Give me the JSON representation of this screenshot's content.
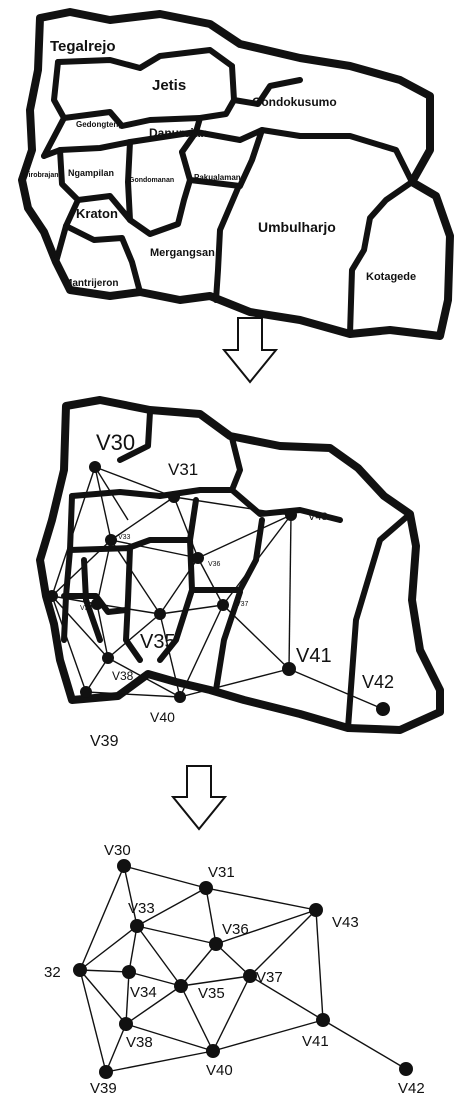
{
  "map_panel": {
    "districts": {
      "tegalrejo": "Tegalrejo",
      "jetis": "Jetis",
      "gondokusumo": "Gondokusumo",
      "gedongtengen": "Gedongtengen",
      "danurejan": "Danurejan",
      "wirobrajan": "Wirobrajan",
      "ngampilan": "Ngampilan",
      "gondomanan": "Gondomanan",
      "pakualaman": "Pakualaman",
      "kraton": "Kraton",
      "umbulharjo": "Umbulharjo",
      "mergangsan": "Mergangsan",
      "mantrijeron": "Mantrijeron",
      "kotagede": "Kotagede"
    }
  },
  "overlay_panel": {
    "labels": {
      "v30": "V30",
      "v31": "V31",
      "v33": "V33",
      "v34": "V34",
      "v35": "V35",
      "v36": "V36",
      "v37": "V37",
      "v38": "V38",
      "v39": "V39",
      "v40": "V40",
      "v41": "V41",
      "v42": "V42",
      "v43": "V43"
    }
  },
  "graph_panel": {
    "labels": {
      "v30": "V30",
      "v31": "V31",
      "v32": "32",
      "v33": "V33",
      "v34": "V34",
      "v35": "V35",
      "v36": "V36",
      "v37": "V37",
      "v38": "V38",
      "v39": "V39",
      "v40": "V40",
      "v41": "V41",
      "v42": "V42",
      "v43": "V43"
    }
  },
  "colors": {
    "ink": "#111111",
    "background": "#ffffff"
  }
}
